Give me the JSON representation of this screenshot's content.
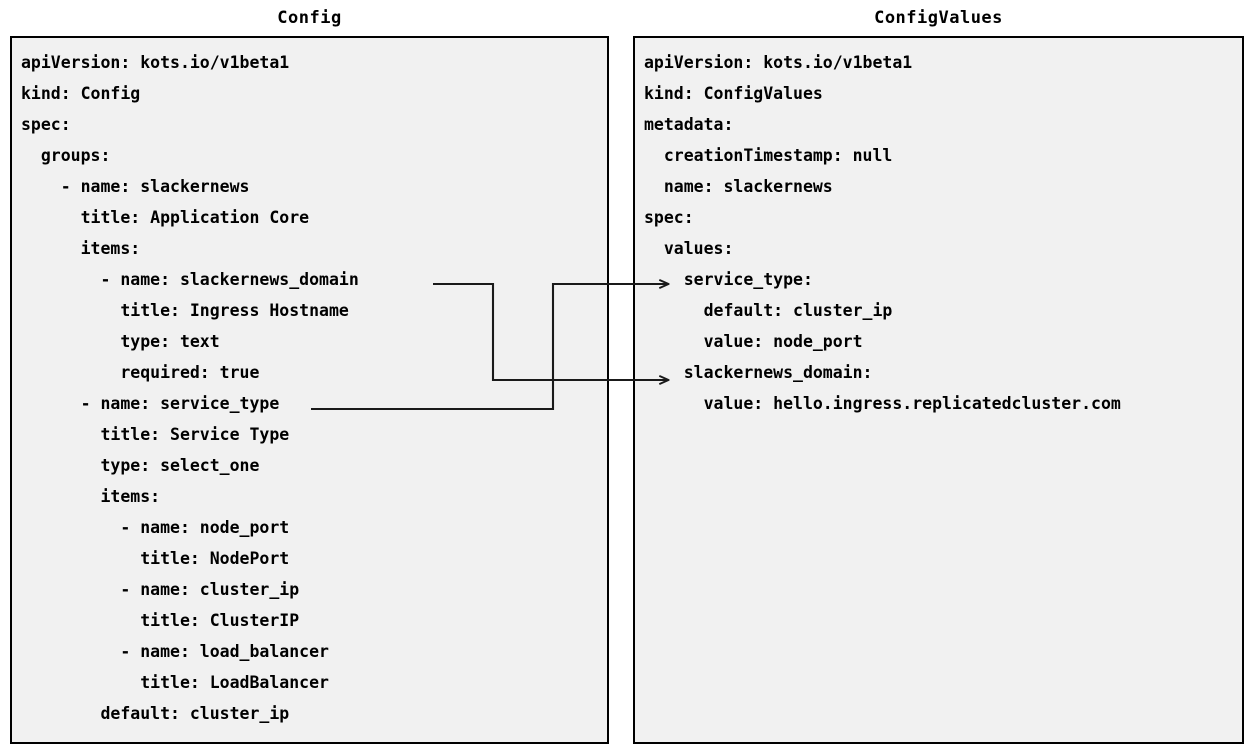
{
  "diagram": {
    "title_left": "Config",
    "title_right": "ConfigValues",
    "background": "#ffffff",
    "panel_fill": "#f1f1f1",
    "panel_border": "#000000",
    "connector_color": "#1a1a1a"
  },
  "config_panel": {
    "title": "Config",
    "lines": [
      "apiVersion: kots.io/v1beta1",
      "kind: Config",
      "spec:",
      "  groups:",
      "    - name: slackernews",
      "      title: Application Core",
      "      items:",
      "        - name: slackernews_domain",
      "          title: Ingress Hostname",
      "          type: text",
      "          required: true",
      "      - name: service_type",
      "        title: Service Type",
      "        type: select_one",
      "        items:",
      "          - name: node_port",
      "            title: NodePort",
      "          - name: cluster_ip",
      "            title: ClusterIP",
      "          - name: load_balancer",
      "            title: LoadBalancer",
      "        default: cluster_ip"
    ]
  },
  "configvalues_panel": {
    "title": "ConfigValues",
    "lines": [
      "apiVersion: kots.io/v1beta1",
      "kind: ConfigValues",
      "metadata:",
      "  creationTimestamp: null",
      "  name: slackernews",
      "spec:",
      "  values:",
      "    service_type:",
      "      default: cluster_ip",
      "      value: node_port",
      "    slackernews_domain:",
      "      value: hello.ingress.replicatedcluster.com"
    ]
  },
  "connectors": [
    {
      "name": "slackernews_domain-link",
      "from_label": "slackernews_domain",
      "to_label": "slackernews_domain:",
      "arrowhead": "open-triangle"
    },
    {
      "name": "service_type-link",
      "from_label": "service_type",
      "to_label": "service_type:",
      "arrowhead": "open-triangle"
    }
  ]
}
